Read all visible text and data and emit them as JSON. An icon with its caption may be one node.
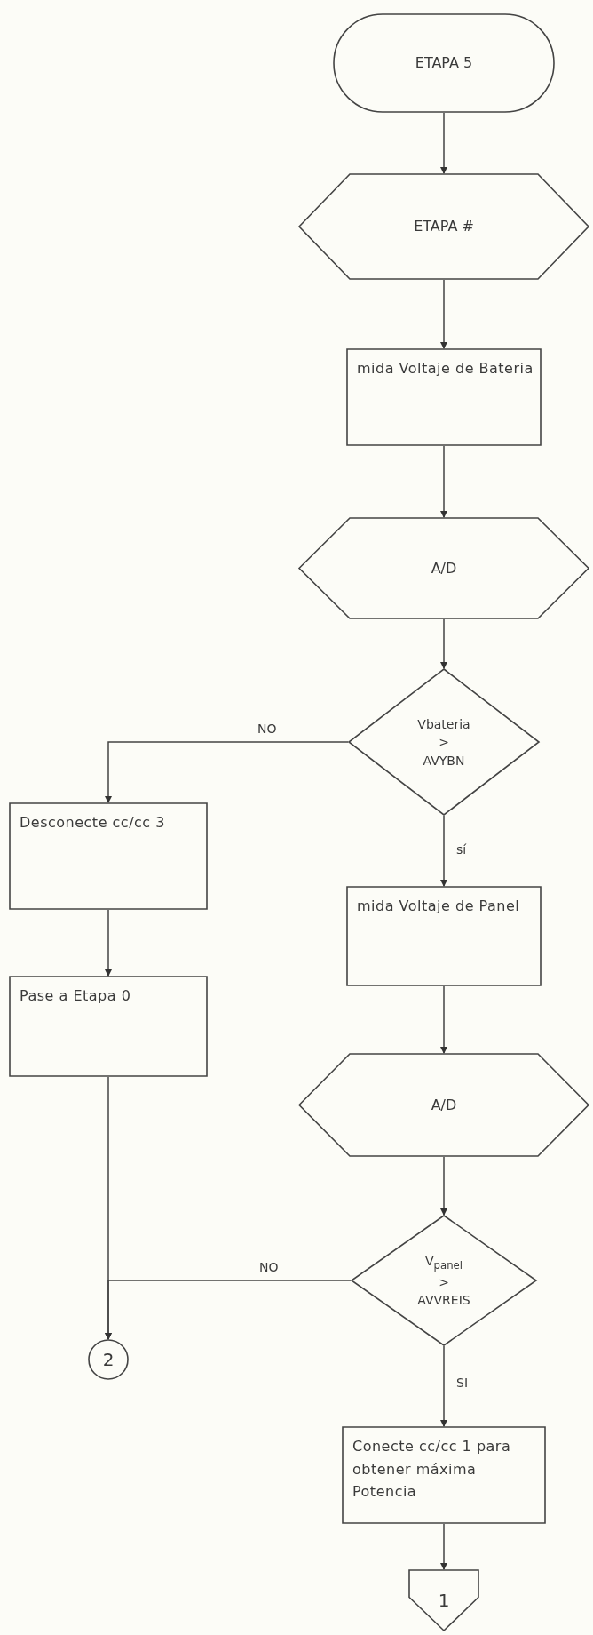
{
  "diagram": {
    "nodes": [
      {
        "text": [
          "ETAPA 5"
        ]
      },
      {
        "text": [
          "ETAPA #"
        ]
      },
      {
        "text": [
          "mida Voltaje de Bateria"
        ]
      },
      {
        "text": [
          "A/D"
        ]
      },
      {
        "text": [
          "Vbateria > AVYBN"
        ]
      },
      {
        "text": [
          "Desconecte cc/cc 3"
        ]
      },
      {
        "text": [
          "Pase a Etapa 0"
        ]
      },
      {
        "text": [
          "mida Voltaje de Panel"
        ]
      },
      {
        "text": [
          "A/D"
        ]
      },
      {
        "text": [
          "V$_{panel}$ > AVVREIS"
        ]
      },
      {
        "text": [
          "Conecte cc/cc 1 para obtener máxima Potencia"
        ]
      },
      {
        "text": [
          "2"
        ]
      },
      {
        "text": [
          "1"
        ]
      }
    ],
    "edges": [
      {
        "from": 0,
        "to": 1,
        "arrow": "to"
      },
      {
        "from": 1,
        "to": 2,
        "arrow": "to"
      },
      {
        "from": 2,
        "to": 3,
        "arrow": "to"
      },
      {
        "from": 3,
        "to": 4,
        "arrow": "to"
      },
      {
        "from": 4,
        "to": 5,
        "arrow": "to",
        "label": "NO"
      },
      {
        "from": 4,
        "to": 7,
        "arrow": "to",
        "label": "sí"
      },
      {
        "from": 5,
        "to": 6,
        "arrow": "to"
      },
      {
        "from": 6,
        "to": 11,
        "arrow": "to"
      },
      {
        "from": 7,
        "to": 8,
        "arrow": "to"
      },
      {
        "from": 8,
        "to": 9,
        "arrow": "to"
      },
      {
        "from": 9,
        "to": 11,
        "arrow": "to",
        "label": "NO"
      },
      {
        "from": 9,
        "to": 10,
        "arrow": "to",
        "label": "SI"
      },
      {
        "from": 10,
        "to": 12,
        "arrow": "to"
      }
    ]
  }
}
